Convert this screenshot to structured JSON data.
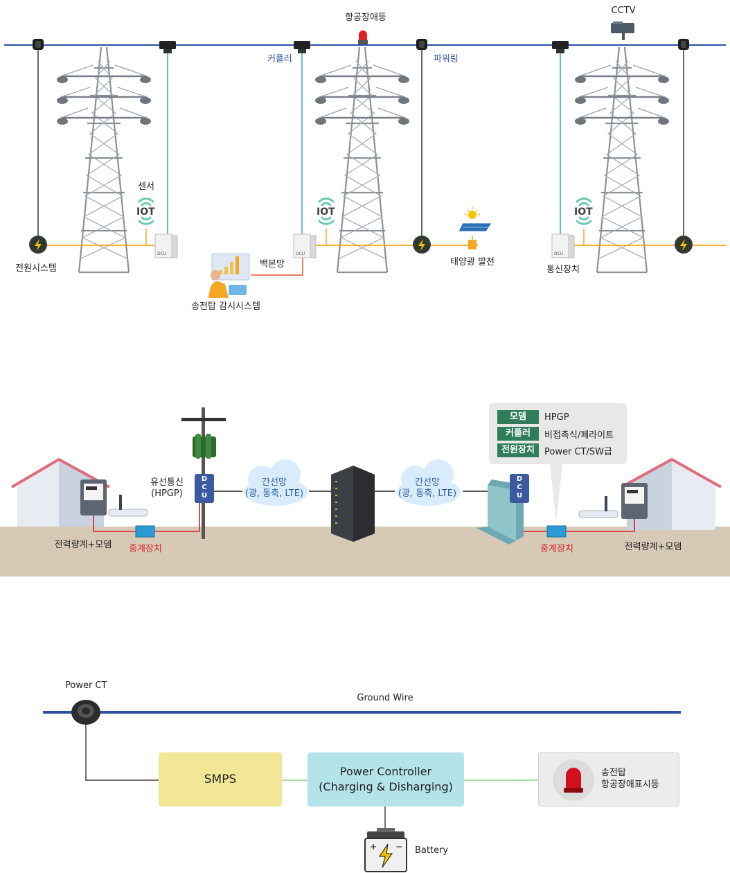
{
  "top": {
    "aviation_light": "항공장애등",
    "cctv": "CCTV",
    "coupler": "커플러",
    "power_ring": "파워링",
    "sensor": "센서",
    "iot": "IOT",
    "dcu": "DCU",
    "power_system": "전원시스템",
    "backbone": "백본망",
    "monitoring_system": "송전탑 감시시스템",
    "solar": "태양광 발전",
    "comm_device": "통신장치"
  },
  "middle": {
    "wired_comm": "유선통신",
    "wired_comm_sub": "(HPGP)",
    "dcu_letters": [
      "D",
      "C",
      "U"
    ],
    "trunk_left": "간선망",
    "trunk_left_sub": "(광, 동축, LTE)",
    "trunk_right": "간선망",
    "trunk_right_sub": "(광, 동축, LTE)",
    "meter_modem_left": "전력량계+모뎀",
    "meter_modem_right": "전력량계+모뎀",
    "repeater_left": "중계장치",
    "repeater_right": "중계장치",
    "legend": [
      {
        "key": "모뎀",
        "value": "HPGP"
      },
      {
        "key": "커플러",
        "value": "비접촉식/페라이트"
      },
      {
        "key": "전원장치",
        "value": "Power CT/SW급"
      }
    ]
  },
  "bottom": {
    "power_ct": "Power CT",
    "ground_wire": "Ground Wire",
    "smps": "SMPS",
    "power_controller": "Power Controller",
    "power_controller_sub": "(Charging & Disharging)",
    "beacon_line1": "송전탑",
    "beacon_line2": "항공장애표시등",
    "battery": "Battery"
  },
  "colors": {
    "wire_blue": "#2d4fa3",
    "feed_cyan": "#2aa6c9",
    "bus_orange": "#f5a623",
    "backbone_red": "#e2522a",
    "repeater_red": "#d8222a",
    "ground": "#d6c9b6",
    "legend_key": "#2f7d5b"
  }
}
